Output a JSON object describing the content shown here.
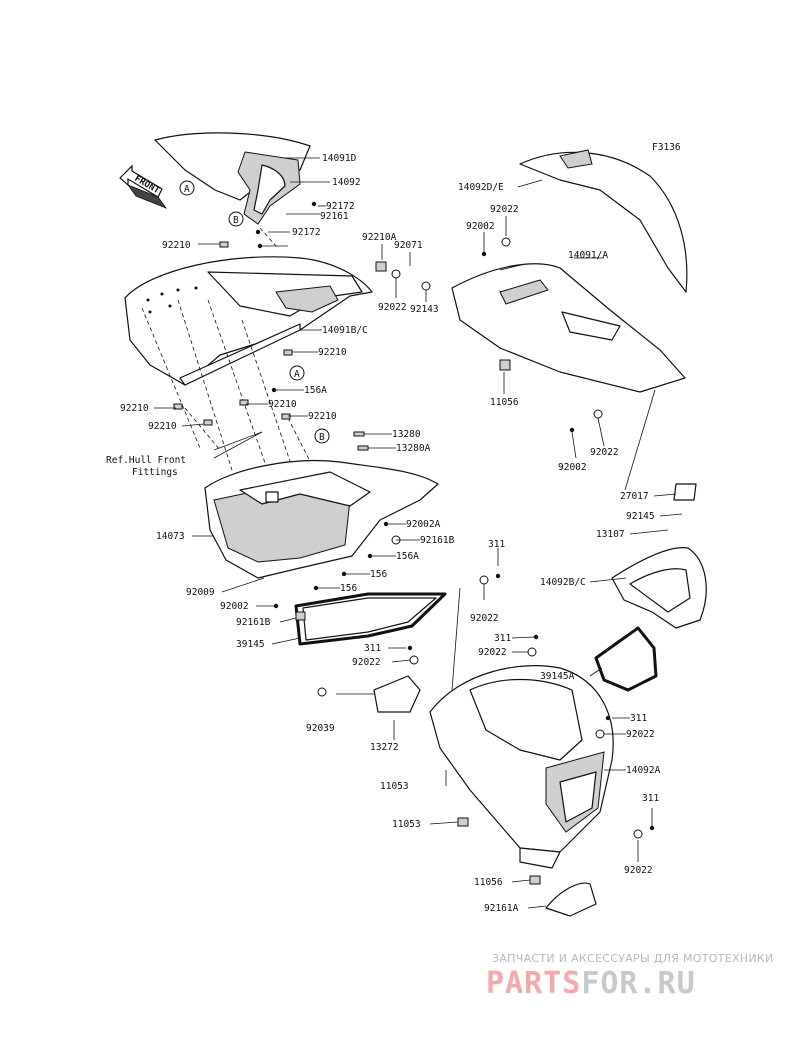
{
  "figure_code": "F3136",
  "front_label": "FRONT",
  "ref_note": [
    "Ref.Hull Front",
    "Fittings"
  ],
  "watermark": {
    "caption": "ЗАПЧАСТИ И АКСЕССУАРЫ ДЛЯ МОТОТЕХНИКИ",
    "logo_part1": "PARTS",
    "logo_part2": "FOR.RU"
  },
  "markers": [
    "A",
    "B"
  ],
  "callouts": [
    "14091D",
    "14092",
    "92172",
    "92161",
    "92172",
    "92210",
    "14091B/C",
    "92210",
    "156A",
    "92210",
    "92210",
    "92210",
    "92210",
    "13280",
    "13280A",
    "14073",
    "92002A",
    "92161B",
    "156A",
    "156",
    "156",
    "92009",
    "92002",
    "92161B",
    "39145",
    "14092D/E",
    "92022",
    "92002",
    "92210A",
    "92071",
    "92022",
    "92143",
    "14091/A",
    "11056",
    "92022",
    "92002",
    "27017",
    "92145",
    "13107",
    "14092B/C",
    "311",
    "92022",
    "311",
    "92022",
    "311",
    "92022",
    "39145A",
    "311",
    "92022",
    "92039",
    "13272",
    "14092A",
    "11053",
    "11053",
    "311",
    "92022",
    "11056",
    "92161A"
  ]
}
